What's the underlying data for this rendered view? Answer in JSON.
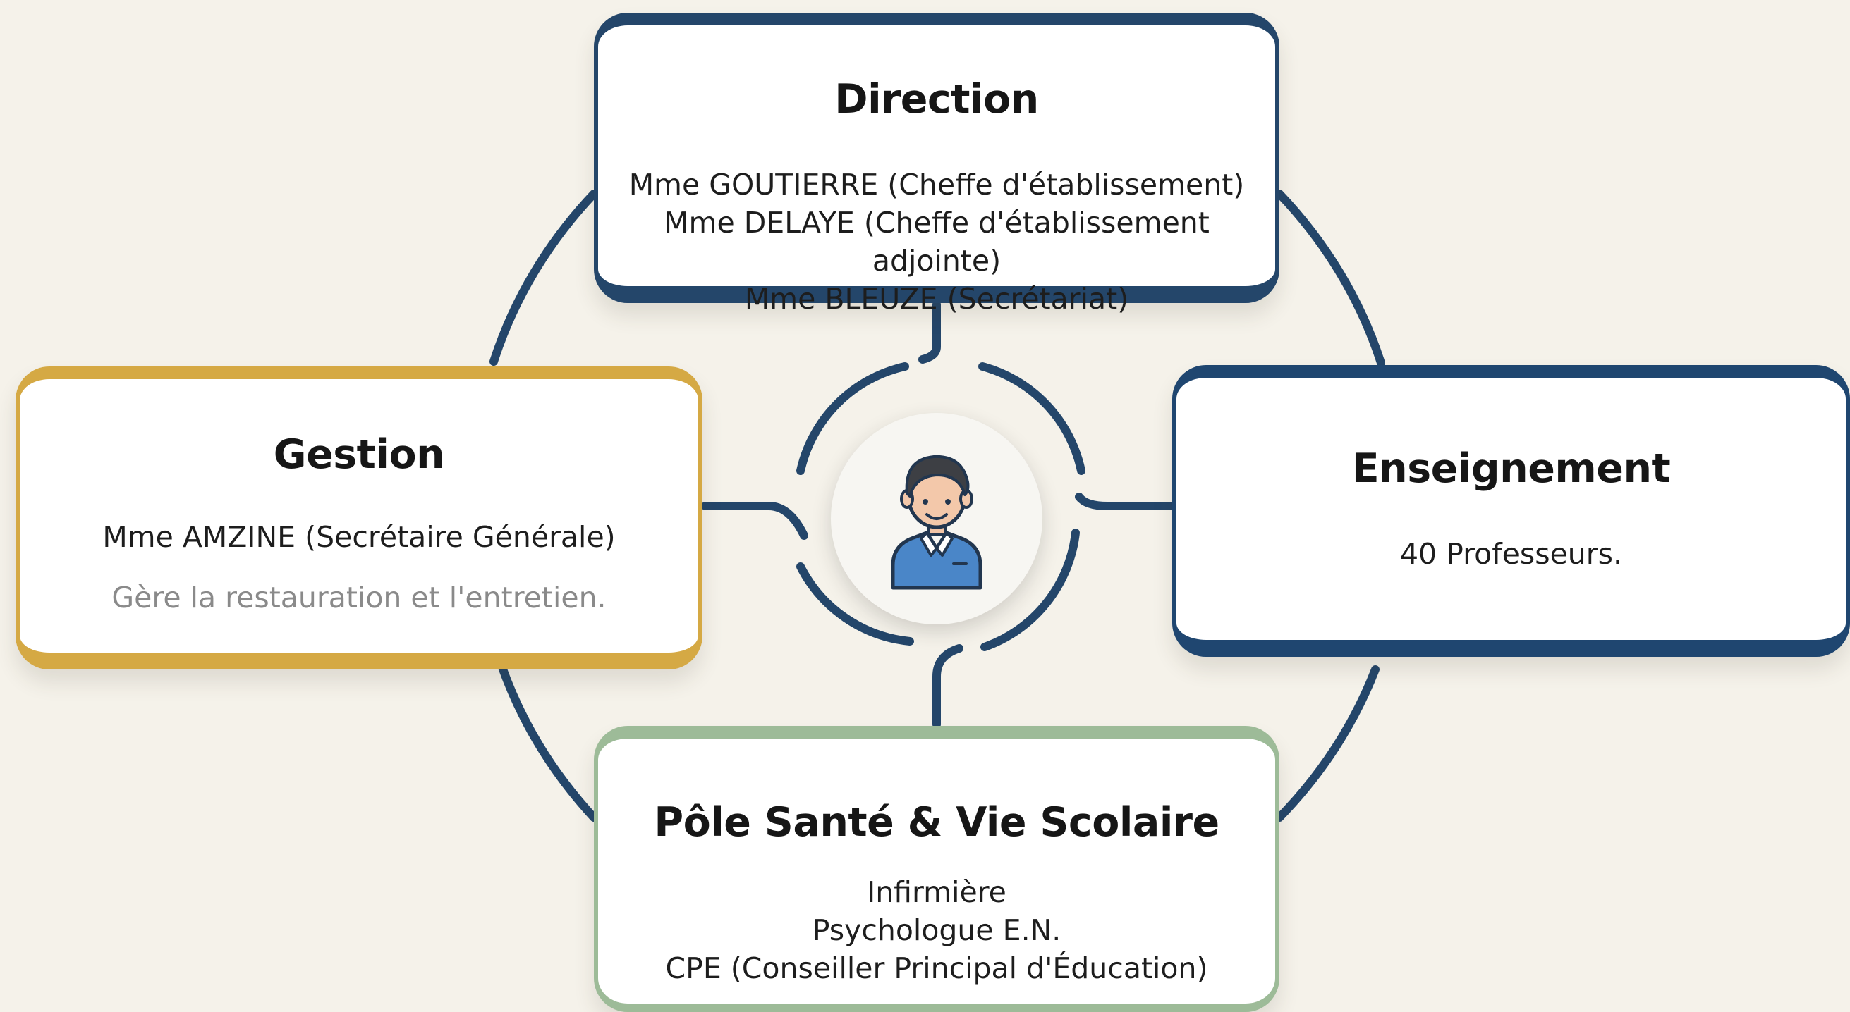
{
  "colors": {
    "background": "#f5f2ea",
    "connector": "#24466a",
    "direction_border": "#24466a",
    "gestion_border": "#d5a944",
    "enseignement_border": "#1f4670",
    "sante_border": "#9dbb98"
  },
  "center": {
    "icon": "person-icon"
  },
  "direction": {
    "title": "Direction",
    "lines": [
      "Mme GOUTIERRE (Cheffe d'établissement)",
      "Mme DELAYE (Cheffe d'établissement adjointe)",
      "Mme BLEUZE (Secrétariat)"
    ]
  },
  "gestion": {
    "title": "Gestion",
    "lines": [
      "Mme AMZINE (Secrétaire Générale)"
    ],
    "note": "Gère la restauration et l'entretien."
  },
  "enseignement": {
    "title": "Enseignement",
    "lines": [
      "40 Professeurs."
    ]
  },
  "sante": {
    "title": "Pôle Santé & Vie Scolaire",
    "lines": [
      "Infirmière",
      "Psychologue E.N.",
      "CPE (Conseiller Principal d'Éducation)"
    ]
  }
}
